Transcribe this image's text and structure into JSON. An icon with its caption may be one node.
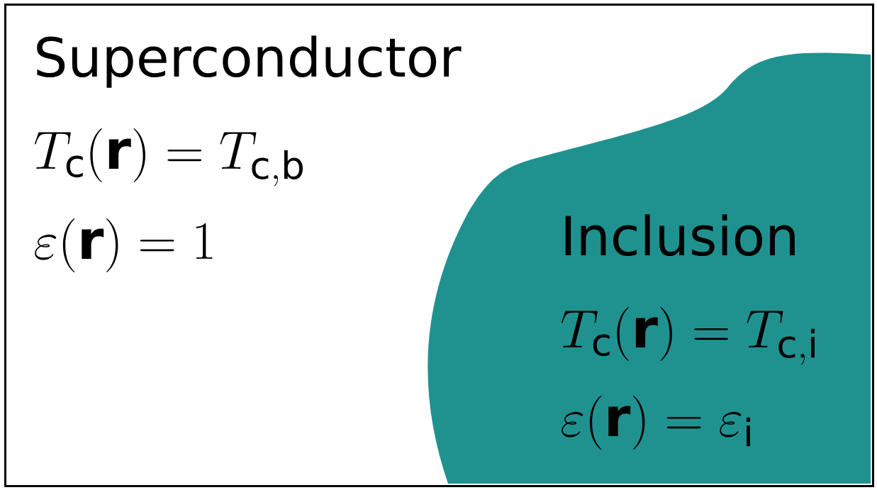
{
  "diagram": {
    "nodes": [
      {
        "text": [
          "Superconductor",
          "T_\\mathrm{c}(\\mathbf{r}) = T_{\\mathrm{c,b}}",
          "\\varepsilon(\\mathbf{r}) = 1"
        ]
      },
      {
        "text": [
          "Inclusion",
          "T_\\mathrm{c}(\\mathbf{r}) = T_{\\mathrm{c,i}}",
          "\\varepsilon(\\mathbf{r}) = \\varepsilon_\\mathrm{i}"
        ],
        "in": 0
      }
    ]
  }
}
